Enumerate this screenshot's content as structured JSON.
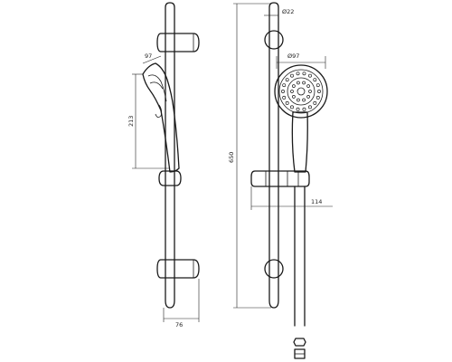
{
  "dimensions": {
    "bar_diameter": "Ø22",
    "head_diameter": "Ø97",
    "head_width": "97",
    "hand_shower_length": "213",
    "total_height": "650",
    "hose_offset": "114",
    "bracket_depth": "76"
  }
}
